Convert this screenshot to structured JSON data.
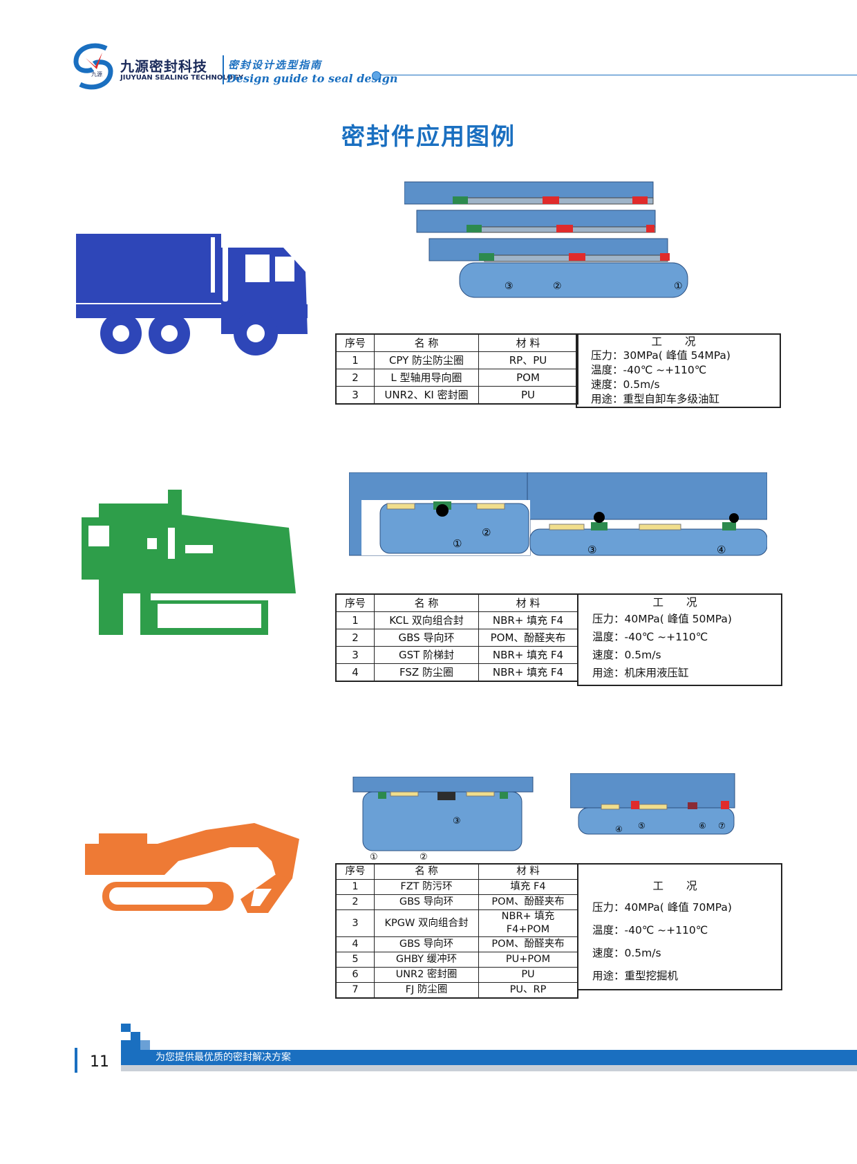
{
  "header": {
    "brand_cn": "九源密封科技",
    "brand_en": "JIUYUAN SEALING TECHNOLOGY",
    "guide_cn": "密封设计选型指南",
    "guide_en": "Design guide to seal design",
    "logo_text": "九源"
  },
  "title": "密封件应用图例",
  "table_headers": {
    "no": "序号",
    "name": "名 称",
    "material": "材 料",
    "conditions": "工 况"
  },
  "sections": [
    {
      "rows": [
        {
          "no": "1",
          "name": "CPY 防尘防尘圈",
          "material": "RP、PU"
        },
        {
          "no": "2",
          "name": "L 型轴用导向圈",
          "material": "POM"
        },
        {
          "no": "3",
          "name": "UNR2、KI 密封圈",
          "material": "PU"
        }
      ],
      "conditions": [
        "压力：30MPa( 峰值 54MPa)",
        "温度：-40℃ ~+110℃",
        "速度：0.5m/s",
        "用途：重型自卸车多级油缸"
      ],
      "callouts": [
        "③",
        "②",
        "①"
      ]
    },
    {
      "rows": [
        {
          "no": "1",
          "name": "KCL 双向组合封",
          "material": "NBR+ 填充 F4"
        },
        {
          "no": "2",
          "name": "GBS 导向环",
          "material": "POM、酚醛夹布"
        },
        {
          "no": "3",
          "name": "GST 阶梯封",
          "material": "NBR+ 填充 F4"
        },
        {
          "no": "4",
          "name": "FSZ 防尘圈",
          "material": "NBR+ 填充 F4"
        }
      ],
      "conditions": [
        "压力：40MPa( 峰值 50MPa)",
        "温度：-40℃ ~+110℃",
        "速度：0.5m/s",
        "用途：机床用液压缸"
      ],
      "callouts": [
        "①",
        "②",
        "③",
        "④"
      ]
    },
    {
      "rows": [
        {
          "no": "1",
          "name": "FZT 防污环",
          "material": "填充 F4"
        },
        {
          "no": "2",
          "name": "GBS 导向环",
          "material": "POM、酚醛夹布"
        },
        {
          "no": "3",
          "name": "KPGW 双向组合封",
          "material": "NBR+ 填充 F4+POM"
        },
        {
          "no": "4",
          "name": "GBS 导向环",
          "material": "POM、酚醛夹布"
        },
        {
          "no": "5",
          "name": "GHBY 缓冲环",
          "material": "PU+POM"
        },
        {
          "no": "6",
          "name": "UNR2 密封圈",
          "material": "PU"
        },
        {
          "no": "7",
          "name": "FJ 防尘圈",
          "material": "PU、RP"
        }
      ],
      "conditions": [
        "压力：40MPa( 峰值 70MPa)",
        "温度：-40℃ ~+110℃",
        "速度：0.5m/s",
        "用途：重型挖掘机"
      ],
      "callouts": [
        "①",
        "②",
        "③",
        "④",
        "⑤",
        "⑥",
        "⑦"
      ]
    }
  ],
  "footer": {
    "page_number": "11",
    "slogan": "为您提供最优质的密封解决方案"
  },
  "colors": {
    "brand_blue": "#1a6fc0",
    "truck": "#2e46b8",
    "lathe": "#2e9e4a",
    "excavator": "#ee7a35",
    "cylinder": "#5b90c9",
    "seal_red": "#e02b2b",
    "seal_green": "#2d8a4e",
    "guide_yellow": "#f1de8c"
  }
}
